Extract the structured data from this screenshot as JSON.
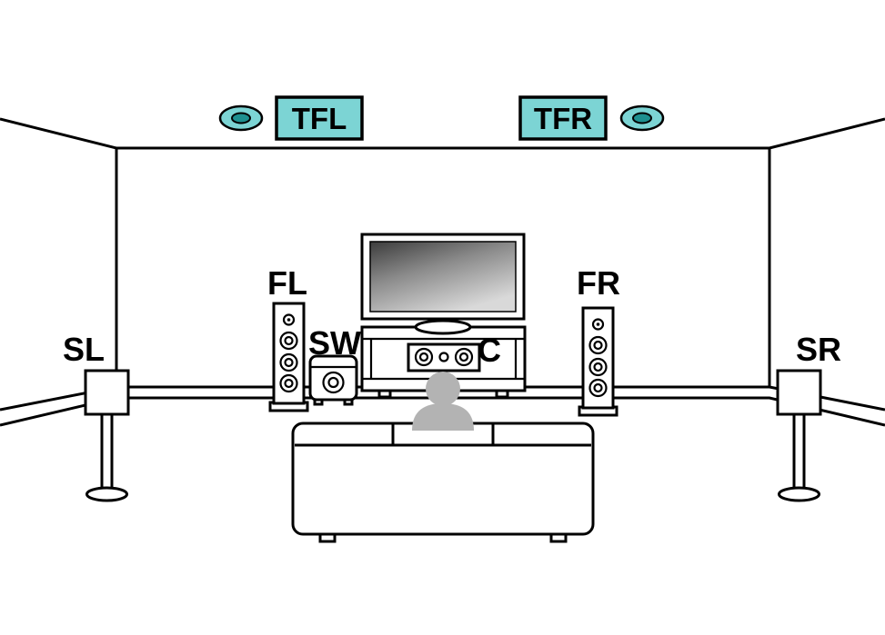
{
  "diagram": {
    "labels": {
      "tfl": "TFL",
      "tfr": "TFR",
      "fl": "FL",
      "fr": "FR",
      "sw": "SW",
      "c": "C",
      "sl": "SL",
      "sr": "SR"
    },
    "colors": {
      "accent_cyan": "#7CD4D4",
      "ceiling_speaker_core": "#1E8F8F",
      "outline": "#000000",
      "person": "#B3B3B3"
    }
  }
}
